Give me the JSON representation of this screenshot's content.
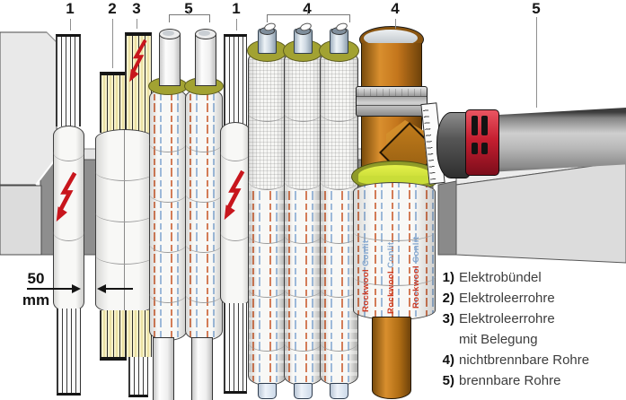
{
  "callouts": [
    {
      "label": "1"
    },
    {
      "label": "2"
    },
    {
      "label": "3"
    },
    {
      "label": "5"
    },
    {
      "label": "1"
    },
    {
      "label": "4"
    },
    {
      "label": "4"
    },
    {
      "label": "5"
    }
  ],
  "dimension": {
    "value": "50",
    "unit": "mm"
  },
  "legend": {
    "rows": [
      {
        "num": "1)",
        "label": "Elektrobündel"
      },
      {
        "num": "2)",
        "label": "Elektroleerrohre"
      },
      {
        "num": "3)",
        "label": "Elektroleerrohre"
      },
      {
        "num": "",
        "label": "mit Belegung"
      },
      {
        "num": "4)",
        "label": "nichtbrennbare Rohre"
      },
      {
        "num": "5)",
        "label": "brennbare Rohre"
      }
    ]
  },
  "print": {
    "word1": "Rockwool",
    "word2": "Conlit"
  },
  "colors": {
    "accent_red": "#c51f30",
    "pipe_orange": "#c4761c",
    "conlit_green": "#cfe23c",
    "mortar_gray": "#8e8e8e",
    "print_red": "#cf3a22",
    "print_blue": "#86a8cf"
  }
}
